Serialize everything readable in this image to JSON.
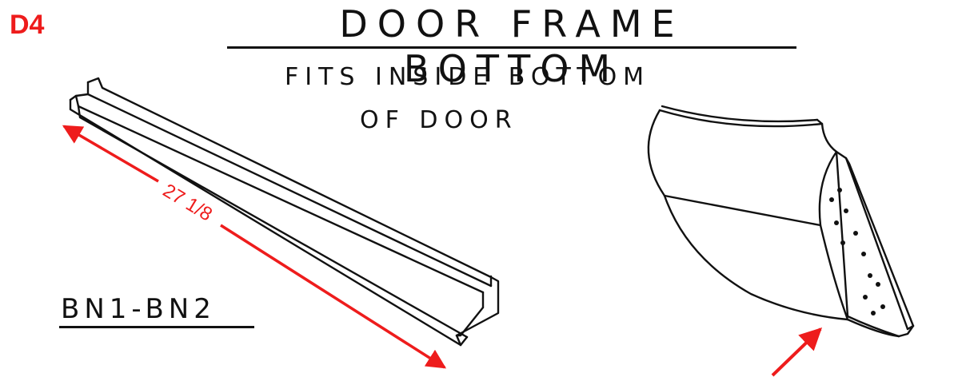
{
  "diagram_code": "D4",
  "title": "DOOR FRAME BOTTOM",
  "subtitle_line1": "FITS INSIDE BOTTOM",
  "subtitle_line2": "OF DOOR",
  "part_number": "BN1-BN2",
  "dimension_label": "27 1/8",
  "colors": {
    "accent": "#ee1c1c",
    "ink": "#111111"
  }
}
